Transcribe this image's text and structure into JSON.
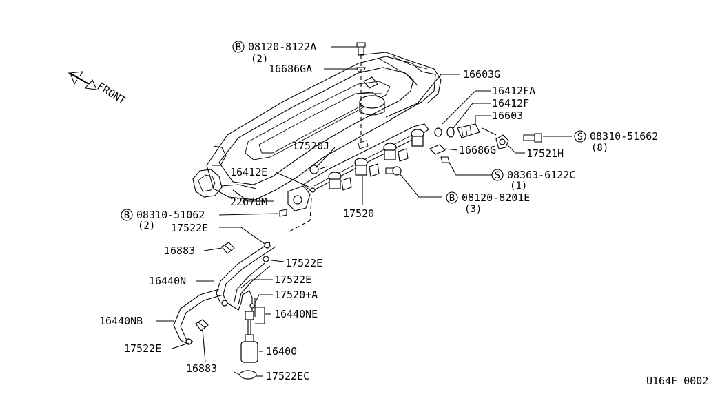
{
  "diagram_id": "U164F 0002",
  "front_label": "FRONT",
  "callouts": {
    "bolt_top": {
      "prefix": "B",
      "code": "08120-8122A",
      "qty": "(2)"
    },
    "c16686GA": {
      "code": "16686GA"
    },
    "c16603G": {
      "code": "16603G"
    },
    "c16412FA": {
      "code": "16412FA"
    },
    "c16412F": {
      "code": "16412F"
    },
    "c16603": {
      "code": "16603"
    },
    "screw_right": {
      "prefix": "S",
      "code": "08310-51662",
      "qty": "(8)"
    },
    "c16686G": {
      "code": "16686G"
    },
    "c17521H": {
      "code": "17521H"
    },
    "c17520J": {
      "code": "17520J"
    },
    "c16412E": {
      "code": "16412E"
    },
    "screw_mid": {
      "prefix": "S",
      "code": "08363-6122C",
      "qty": "(1)"
    },
    "c22670M": {
      "code": "22670M"
    },
    "bolt_mid": {
      "prefix": "B",
      "code": "08120-8201E",
      "qty": "(3)"
    },
    "bolt_left": {
      "prefix": "B",
      "code": "08310-51062",
      "qty": "(2)"
    },
    "c17520": {
      "code": "17520"
    },
    "c17522E_a": {
      "code": "17522E"
    },
    "c16883_a": {
      "code": "16883"
    },
    "c17522E_b": {
      "code": "17522E"
    },
    "c16440N": {
      "code": "16440N"
    },
    "c17522E_c": {
      "code": "17522E"
    },
    "c17520A": {
      "code": "17520+A"
    },
    "c16440NE": {
      "code": "16440NE"
    },
    "c16440NB": {
      "code": "16440NB"
    },
    "c17522E_d": {
      "code": "17522E"
    },
    "c16400": {
      "code": "16400"
    },
    "c16883_b": {
      "code": "16883"
    },
    "c17522EC": {
      "code": "17522EC"
    }
  }
}
